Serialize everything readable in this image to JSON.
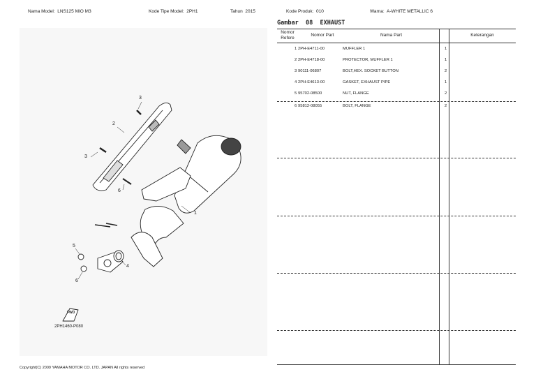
{
  "header": {
    "model_label": "Nama Model:",
    "model_value": "LNS125 MIO M3",
    "type_label": "Kode Tipe Model:",
    "type_value": "2PH1",
    "year_label": "Tahun",
    "year_value": "2015",
    "product_label": "Kode Produk:",
    "product_value": "010",
    "color_label": "Warna:",
    "color_value": "A-WHITE METALLIC 6"
  },
  "figure": {
    "gambar_label": "Gambar",
    "gambar_number": "08",
    "gambar_title": "EXHAUST",
    "callouts": [
      "1",
      "2",
      "3",
      "3",
      "4",
      "5",
      "6",
      "6"
    ],
    "fwd_label": "FWD",
    "figure_code": "2PH1460-P080"
  },
  "table": {
    "headers": {
      "ref": "Nomor Refere",
      "part_no": "Nomor Part",
      "part_name": "Nama Part",
      "qty": "",
      "remarks": "Keterangan"
    },
    "rows": [
      {
        "ref": "1",
        "part_no": "2PH-E4711-00",
        "name": "MUFFLER 1",
        "qty": "1",
        "remarks": ""
      },
      {
        "ref": "2",
        "part_no": "2PH-E4718-00",
        "name": "PROTECTOR, MUFFLER 1",
        "qty": "1",
        "remarks": ""
      },
      {
        "ref": "3",
        "part_no": "90111-06807",
        "name": "BOLT,HEX. SOCKET BUTTON",
        "qty": "2",
        "remarks": ""
      },
      {
        "ref": "4",
        "part_no": "2PH-E4613-00",
        "name": "GASKET, EXHAUST PIPE",
        "qty": "1",
        "remarks": ""
      },
      {
        "ref": "5",
        "part_no": "95702-08500",
        "name": "NUT, FLANGE",
        "qty": "2",
        "remarks": ""
      },
      {
        "ref": "6",
        "part_no": "95812-08055",
        "name": "BOLT, FLANGE",
        "qty": "2",
        "remarks": ""
      }
    ]
  },
  "footer": {
    "copyright": "Copyright(C) 2009 YAMAHA MOTOR CO. LTD. JAPAN All rights reserved"
  }
}
